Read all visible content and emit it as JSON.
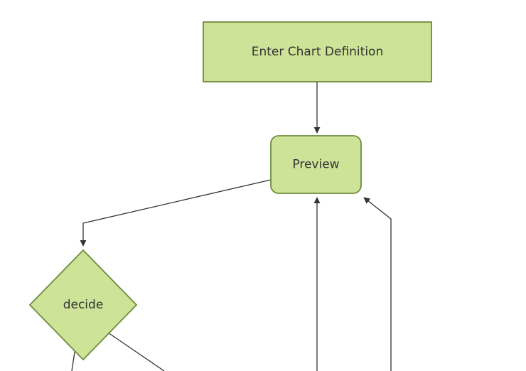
{
  "diagram": {
    "type": "flowchart",
    "orientation": "top-down",
    "nodes": [
      {
        "id": "enter-chart-definition",
        "label": "Enter Chart Definition",
        "shape": "rectangle"
      },
      {
        "id": "preview",
        "label": "Preview",
        "shape": "rounded-rectangle"
      },
      {
        "id": "decide",
        "label": "decide",
        "shape": "diamond"
      }
    ],
    "edges": [
      {
        "from": "enter-chart-definition",
        "to": "preview",
        "arrowhead": true
      },
      {
        "from": "preview",
        "to": "decide",
        "arrowhead": true
      },
      {
        "from": "offscreen-bottom",
        "to": "preview",
        "arrowhead": true
      },
      {
        "from": "offscreen-bottom-right",
        "to": "preview",
        "arrowhead": true
      },
      {
        "from": "decide",
        "to": "offscreen-bottom-left",
        "arrowhead": false
      },
      {
        "from": "decide",
        "to": "offscreen-bottom-right",
        "arrowhead": false
      }
    ],
    "colors": {
      "node_fill": "#cde498",
      "node_border": "#6e8b3d",
      "edge": "#333333",
      "text": "#333333",
      "background": "#ffffff"
    }
  }
}
